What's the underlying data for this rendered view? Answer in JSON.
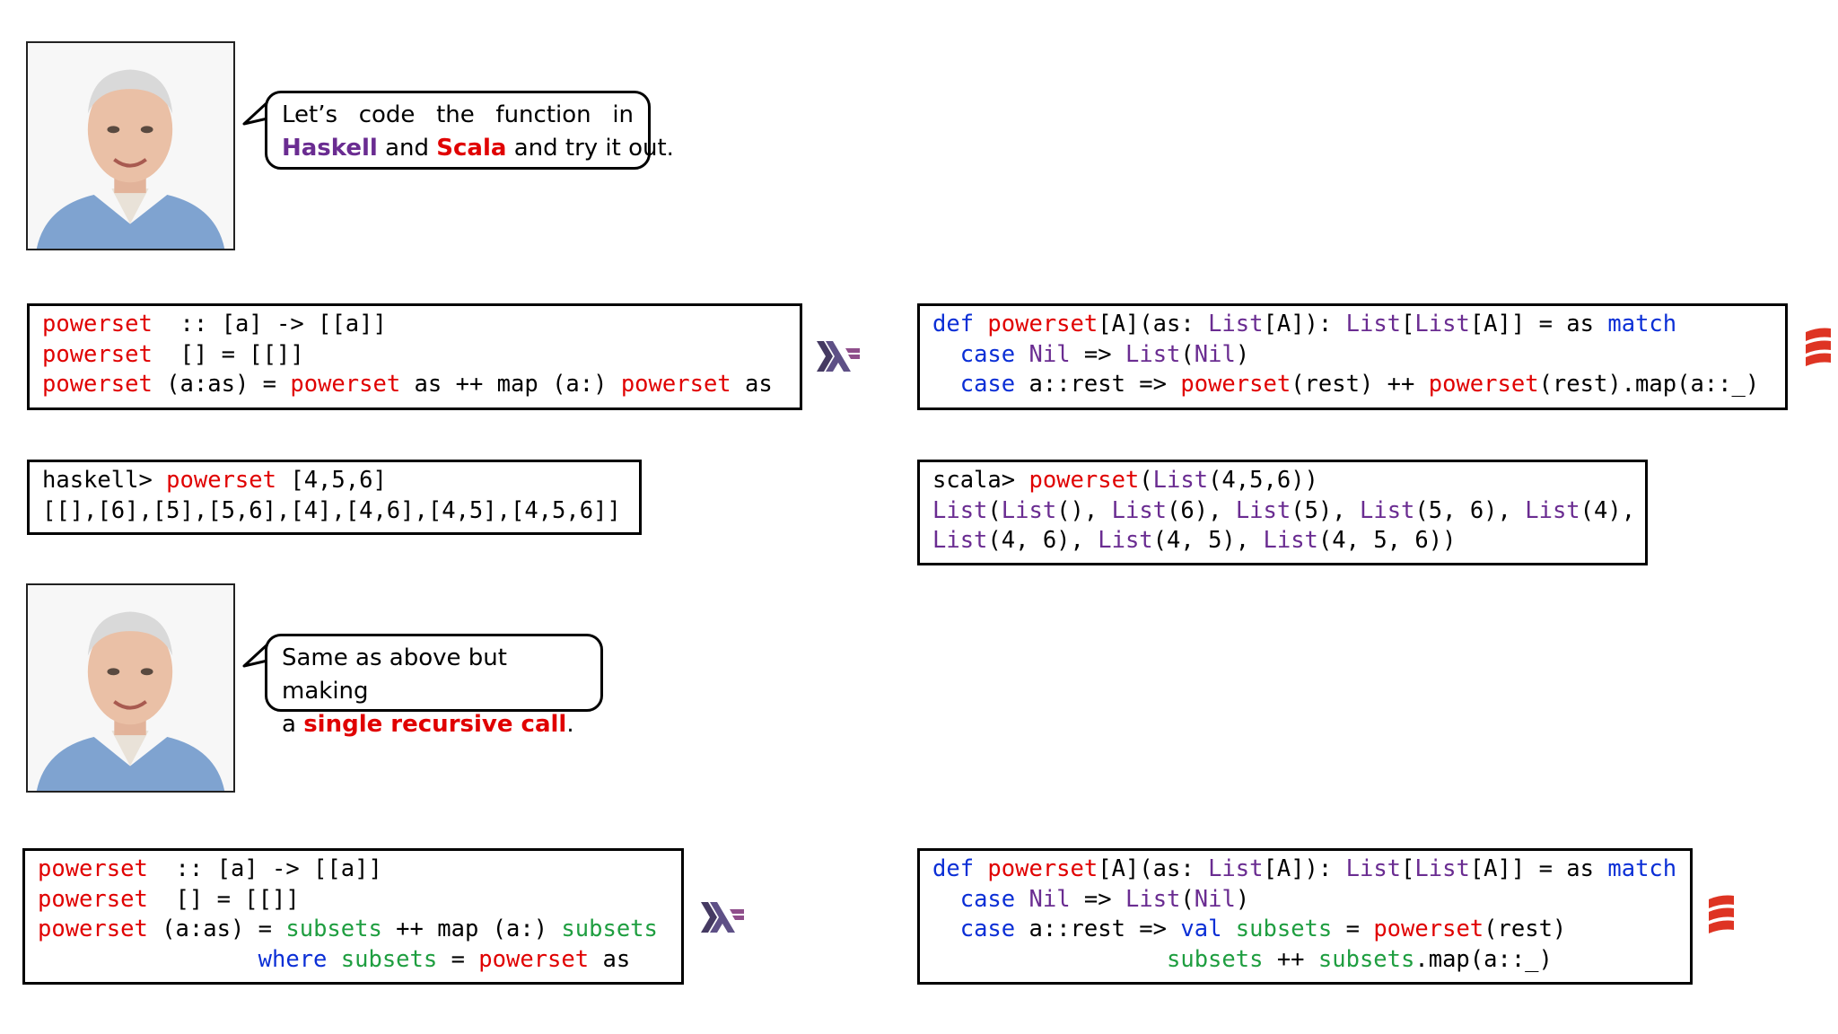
{
  "bubble1": {
    "line1_words": [
      "Let’s",
      "code",
      "the",
      "function",
      "in"
    ],
    "line2": {
      "haskell": "Haskell",
      "and1": " and ",
      "scala": "Scala",
      "rest": " and try it out."
    }
  },
  "bubble2": {
    "line1": "Same as above but making",
    "line2_prefix": "a ",
    "line2_highlight": "single recursive call",
    "line2_suffix": "."
  },
  "haskell_def_1": [
    [
      [
        "r",
        "powerset"
      ],
      [
        "",
        "  :: [a] -> [[a]]"
      ]
    ],
    [
      [
        "r",
        "powerset"
      ],
      [
        "",
        "  [] = [[]]"
      ]
    ],
    [
      [
        "r",
        "powerset"
      ],
      [
        "",
        " (a:as) = "
      ],
      [
        "r",
        "powerset"
      ],
      [
        "",
        " as ++ map (a:) "
      ],
      [
        "r",
        "powerset"
      ],
      [
        "",
        " as"
      ]
    ]
  ],
  "scala_def_1": [
    [
      [
        "b",
        "def"
      ],
      [
        "",
        " "
      ],
      [
        "r",
        "powerset"
      ],
      [
        "",
        "[A](as: "
      ],
      [
        "p",
        "List"
      ],
      [
        "",
        "[A]): "
      ],
      [
        "p",
        "List"
      ],
      [
        "",
        "["
      ],
      [
        "p",
        "List"
      ],
      [
        "",
        "[A]] = as "
      ],
      [
        "b",
        "match"
      ]
    ],
    [
      [
        "",
        "  "
      ],
      [
        "b",
        "case"
      ],
      [
        "",
        " "
      ],
      [
        "p",
        "Nil"
      ],
      [
        "",
        " => "
      ],
      [
        "p",
        "List"
      ],
      [
        "",
        "("
      ],
      [
        "p",
        "Nil"
      ],
      [
        "",
        ")"
      ]
    ],
    [
      [
        "",
        "  "
      ],
      [
        "b",
        "case"
      ],
      [
        "",
        " a::rest => "
      ],
      [
        "r",
        "powerset"
      ],
      [
        "",
        "(rest) ++ "
      ],
      [
        "r",
        "powerset"
      ],
      [
        "",
        "(rest).map(a::_)"
      ]
    ]
  ],
  "haskell_repl": [
    [
      [
        "",
        "haskell> "
      ],
      [
        "r",
        "powerset"
      ],
      [
        "",
        " [4,5,6]"
      ]
    ],
    [
      [
        "",
        "[[],[6],[5],[5,6],[4],[4,6],[4,5],[4,5,6]]"
      ]
    ]
  ],
  "scala_repl": [
    [
      [
        "",
        "scala> "
      ],
      [
        "r",
        "powerset"
      ],
      [
        "",
        "("
      ],
      [
        "p",
        "List"
      ],
      [
        "",
        "(4,5,6))"
      ]
    ],
    [
      [
        "p",
        "List"
      ],
      [
        "",
        "("
      ],
      [
        "p",
        "List"
      ],
      [
        "",
        "(), "
      ],
      [
        "p",
        "List"
      ],
      [
        "",
        "(6), "
      ],
      [
        "p",
        "List"
      ],
      [
        "",
        "(5), "
      ],
      [
        "p",
        "List"
      ],
      [
        "",
        "(5, 6), "
      ],
      [
        "p",
        "List"
      ],
      [
        "",
        "(4),"
      ]
    ],
    [
      [
        "p",
        "List"
      ],
      [
        "",
        "(4, 6), "
      ],
      [
        "p",
        "List"
      ],
      [
        "",
        "(4, 5), "
      ],
      [
        "p",
        "List"
      ],
      [
        "",
        "(4, 5, 6))"
      ]
    ]
  ],
  "haskell_def_2": [
    [
      [
        "r",
        "powerset"
      ],
      [
        "",
        "  :: [a] -> [[a]]"
      ]
    ],
    [
      [
        "r",
        "powerset"
      ],
      [
        "",
        "  [] = [[]]"
      ]
    ],
    [
      [
        "r",
        "powerset"
      ],
      [
        "",
        " (a:as) = "
      ],
      [
        "g",
        "subsets"
      ],
      [
        "",
        " ++ map (a:) "
      ],
      [
        "g",
        "subsets"
      ]
    ],
    [
      [
        "",
        "                "
      ],
      [
        "b",
        "where"
      ],
      [
        "",
        " "
      ],
      [
        "g",
        "subsets"
      ],
      [
        "",
        " = "
      ],
      [
        "r",
        "powerset"
      ],
      [
        "",
        " as"
      ]
    ]
  ],
  "scala_def_2": [
    [
      [
        "b",
        "def"
      ],
      [
        "",
        " "
      ],
      [
        "r",
        "powerset"
      ],
      [
        "",
        "[A](as: "
      ],
      [
        "p",
        "List"
      ],
      [
        "",
        "[A]): "
      ],
      [
        "p",
        "List"
      ],
      [
        "",
        "["
      ],
      [
        "p",
        "List"
      ],
      [
        "",
        "[A]] = as "
      ],
      [
        "b",
        "match"
      ]
    ],
    [
      [
        "",
        "  "
      ],
      [
        "b",
        "case"
      ],
      [
        "",
        " "
      ],
      [
        "p",
        "Nil"
      ],
      [
        "",
        " => "
      ],
      [
        "p",
        "List"
      ],
      [
        "",
        "("
      ],
      [
        "p",
        "Nil"
      ],
      [
        "",
        ")"
      ]
    ],
    [
      [
        "",
        "  "
      ],
      [
        "b",
        "case"
      ],
      [
        "",
        " a::rest => "
      ],
      [
        "b",
        "val"
      ],
      [
        "",
        " "
      ],
      [
        "g",
        "subsets"
      ],
      [
        "",
        " = "
      ],
      [
        "r",
        "powerset"
      ],
      [
        "",
        "(rest)"
      ]
    ],
    [
      [
        "",
        "                 "
      ],
      [
        "g",
        "subsets"
      ],
      [
        "",
        " ++ "
      ],
      [
        "g",
        "subsets"
      ],
      [
        "",
        ".map(a::_)"
      ]
    ]
  ],
  "colors": {
    "keyword_red": "#e00000",
    "type_purple": "#6a2c91",
    "keyword_blue": "#0b2fd6",
    "subsets_green": "#1f9e40",
    "haskell_logo": "#5e5086",
    "scala_logo": "#de3423"
  },
  "icons": {
    "haskell_logo": "haskell-logo-icon",
    "scala_logo": "scala-logo-icon",
    "author_photo": "author-portrait"
  }
}
